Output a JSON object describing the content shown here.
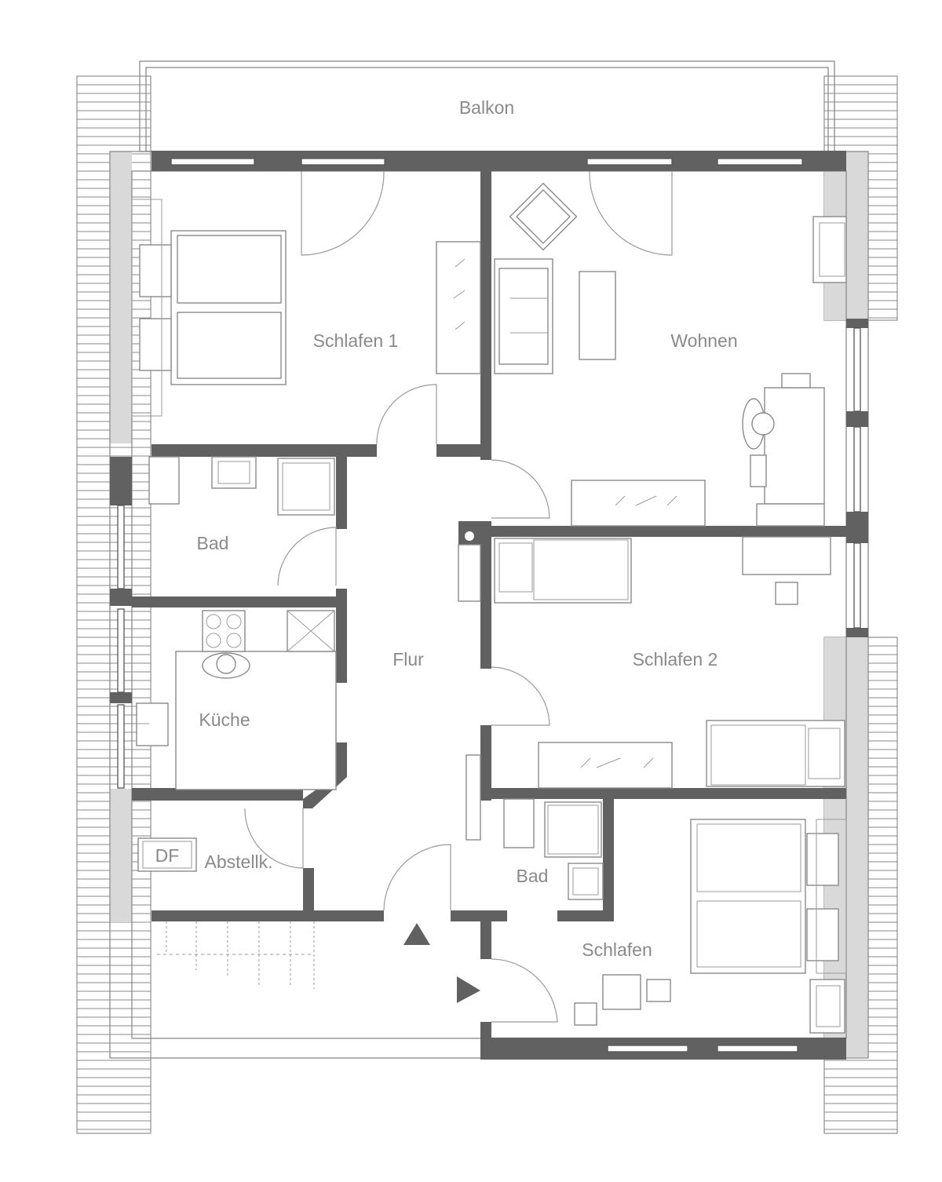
{
  "rooms": {
    "balkon": "Balkon",
    "schlafen1": "Schlafen 1",
    "wohnen": "Wohnen",
    "bad_top": "Bad",
    "flur": "Flur",
    "schlafen2": "Schlafen 2",
    "kueche": "Küche",
    "abstellk": "Abstellk.",
    "bad_bottom": "Bad",
    "schlafen": "Schlafen"
  },
  "labels": {
    "df": "DF"
  },
  "colors": {
    "wall": "#616161",
    "line": "#8a8a8a",
    "text": "#8a8a8a",
    "eave": "#d9d9d9"
  },
  "icons": [
    "entrance-arrow-up-icon",
    "entrance-arrow-right-icon",
    "stove-icon",
    "sink-icon",
    "person-icon",
    "door-swing-icon"
  ]
}
